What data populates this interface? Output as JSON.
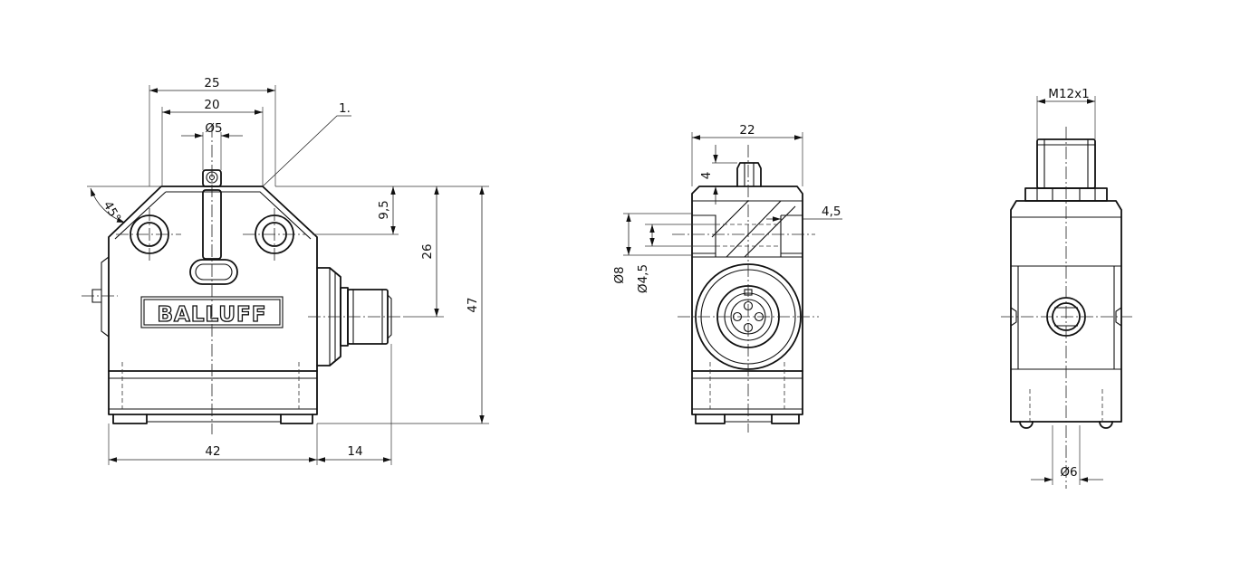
{
  "brand": "BALLUFF",
  "front_view": {
    "dim_overall_width": "25",
    "dim_hole_spacing": "20",
    "dim_plunger_dia": "Ø5",
    "callout": "1.",
    "dim_chamfer_angle": "45°",
    "dim_hole_height": "9,5",
    "dim_connector_height": "26",
    "dim_total_height": "47",
    "dim_body_width": "42",
    "dim_connector_length": "14"
  },
  "side_view": {
    "dim_width": "22",
    "dim_plunger_height": "4",
    "dim_counterbore": "4,5",
    "dim_hole_outer": "Ø8",
    "dim_hole_inner": "Ø4,5"
  },
  "rear_view": {
    "dim_thread": "M12x1",
    "dim_hole": "Ø6"
  }
}
